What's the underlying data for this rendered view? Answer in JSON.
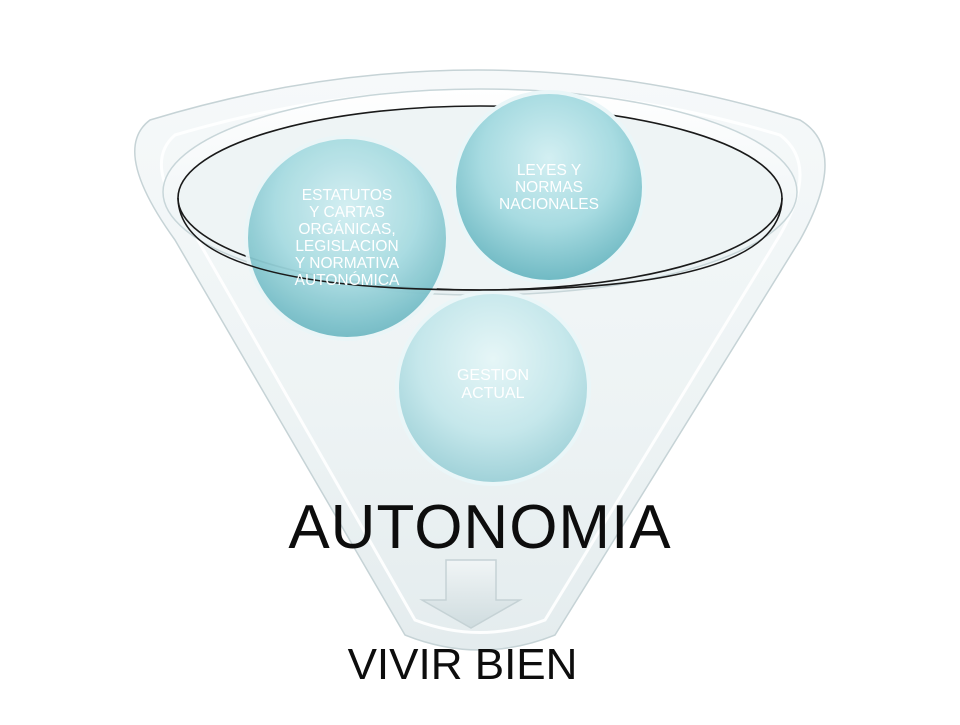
{
  "diagram": {
    "circles": [
      {
        "id": "estatutos",
        "lines": [
          "ESTATUTOS",
          "Y CARTAS",
          "ORGÁNICAS,",
          "LEGISLACION",
          "Y NORMATIVA",
          "AUTONÓMICA"
        ]
      },
      {
        "id": "leyes",
        "lines": [
          "LEYES Y",
          "NORMAS",
          "NACIONALES"
        ]
      },
      {
        "id": "gestion",
        "lines": [
          "GESTION",
          "ACTUAL"
        ]
      }
    ],
    "funnel_label": "AUTONOMIA",
    "result_label": "VIVIR BIEN",
    "colors": {
      "circle_fill": "#7fc6cf",
      "circle_light": "#d9f1f3",
      "funnel_fill": "#eef3f4",
      "arrow_fill": "#dfe8ea",
      "text_white": "#ffffff"
    }
  }
}
